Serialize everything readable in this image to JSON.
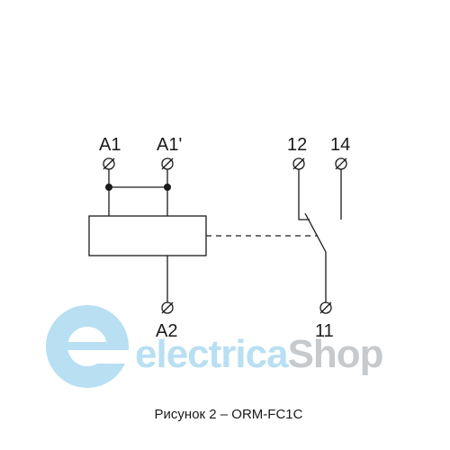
{
  "terminals": {
    "a1": "A1",
    "a1_prime": "A1'",
    "a2": "A2",
    "t12": "12",
    "t14": "14",
    "t11": "11"
  },
  "caption": "Рисунок 2 – ORM-FC1C",
  "watermark": {
    "part1": "electrica",
    "part2": "Shop",
    "color_primary": "#7fc6e8",
    "color_secondary": "#9aa0a6"
  },
  "colors": {
    "line": "#1a1a1a"
  }
}
